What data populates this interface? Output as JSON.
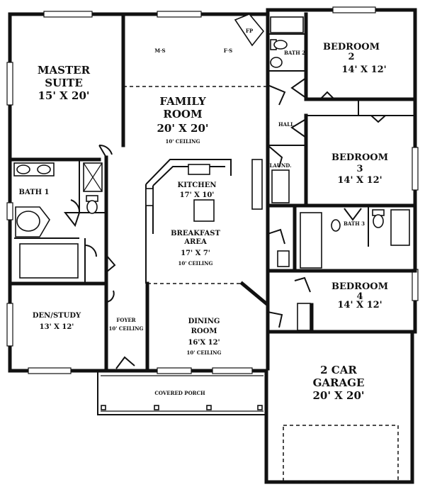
{
  "rooms": {
    "master": {
      "name_1": "MASTER",
      "name_2": "SUITE",
      "size": "15' X 20'"
    },
    "family": {
      "name_1": "FAMILY",
      "name_2": "ROOM",
      "size": "20' X 20'",
      "note": "10' CEILING"
    },
    "bedroom2": {
      "name": "BEDROOM",
      "number": "2",
      "size": "14' X 12'"
    },
    "bedroom3": {
      "name": "BEDROOM",
      "number": "3",
      "size": "14' X 12'"
    },
    "bedroom4": {
      "name": "BEDROOM",
      "number": "4",
      "size": "14' X 12'"
    },
    "bath1": {
      "name": "BATH 1"
    },
    "bath2": {
      "name": "BATH 2"
    },
    "bath3": {
      "name": "BATH 3"
    },
    "hall": {
      "name": "HALL"
    },
    "laundry": {
      "name": "LAUND."
    },
    "kitchen": {
      "name": "KITCHEN",
      "size": "17' X 10'"
    },
    "breakfast": {
      "name_1": "BREAKFAST",
      "name_2": "AREA",
      "size": "17' X 7'",
      "note": "10' CEILING"
    },
    "den": {
      "name": "DEN/STUDY",
      "size": "13' X 12'"
    },
    "foyer": {
      "name": "FOYER",
      "note": "10' CEILING"
    },
    "dining": {
      "name_1": "DINING",
      "name_2": "ROOM",
      "size": "16'X 12'",
      "note": "10' CEILING"
    },
    "garage": {
      "name_1": "2 CAR",
      "name_2": "GARAGE",
      "size": "20' X 20'"
    },
    "porch": {
      "name": "COVERED PORCH"
    }
  },
  "misc": {
    "fireplace_text": "FP",
    "fan_text_left": "M·S",
    "fan_text_right": "F·S"
  }
}
